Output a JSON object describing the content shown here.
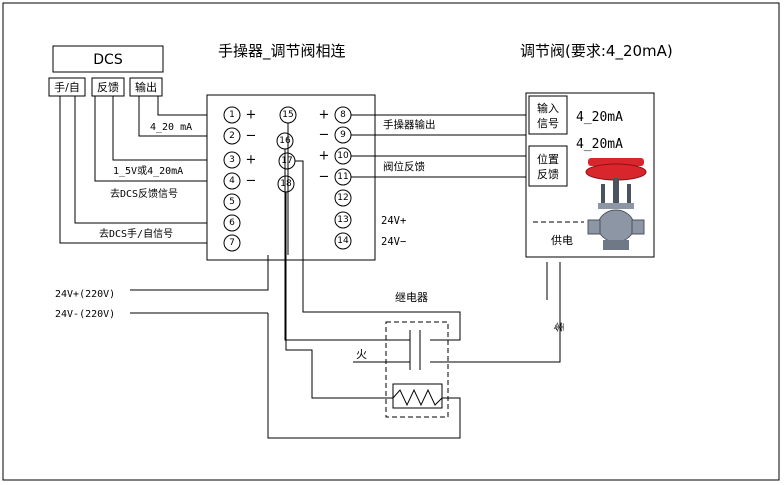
{
  "titles": {
    "left": "手操器_调节阀相连",
    "right": "调节阀(要求:4_20mA)"
  },
  "dcs": {
    "name": "DCS",
    "ports": [
      "手/自",
      "反馈",
      "输出"
    ]
  },
  "left_signals": {
    "output": "4_20 mA",
    "feedback": "1_5V或4_20mA",
    "feedback_dest": "去DCS反馈信号",
    "manual_dest": "去DCS手/自信号"
  },
  "terminals_left": [
    "1",
    "2",
    "3",
    "4",
    "5",
    "6",
    "7"
  ],
  "terminals_mid": [
    "15",
    "16",
    "17",
    "18"
  ],
  "terminals_right": [
    "8",
    "9",
    "10",
    "11",
    "12",
    "13",
    "14"
  ],
  "signs": {
    "plus": "+",
    "minus": "−"
  },
  "right_signals": {
    "hand_output": "手操器输出",
    "valve_feedback": "阀位反馈",
    "p24_plus": "24V+",
    "p24_minus": "24V−"
  },
  "power": {
    "plus": "24V+(220V)",
    "minus": "24V-(220V)"
  },
  "relay": {
    "label": "继电器",
    "live": "火"
  },
  "valve": {
    "input_line1": "输入",
    "input_line2": "信号",
    "input_value": "4_20mA",
    "feedback_line1": "位置",
    "feedback_line2": "反馈",
    "feedback_value": "4_20mA",
    "power_supply": "供电",
    "neutral": "零"
  },
  "colors": {
    "valve_red": "#d8262c",
    "valve_body": "#8d96a4",
    "valve_dark": "#4b5360"
  }
}
